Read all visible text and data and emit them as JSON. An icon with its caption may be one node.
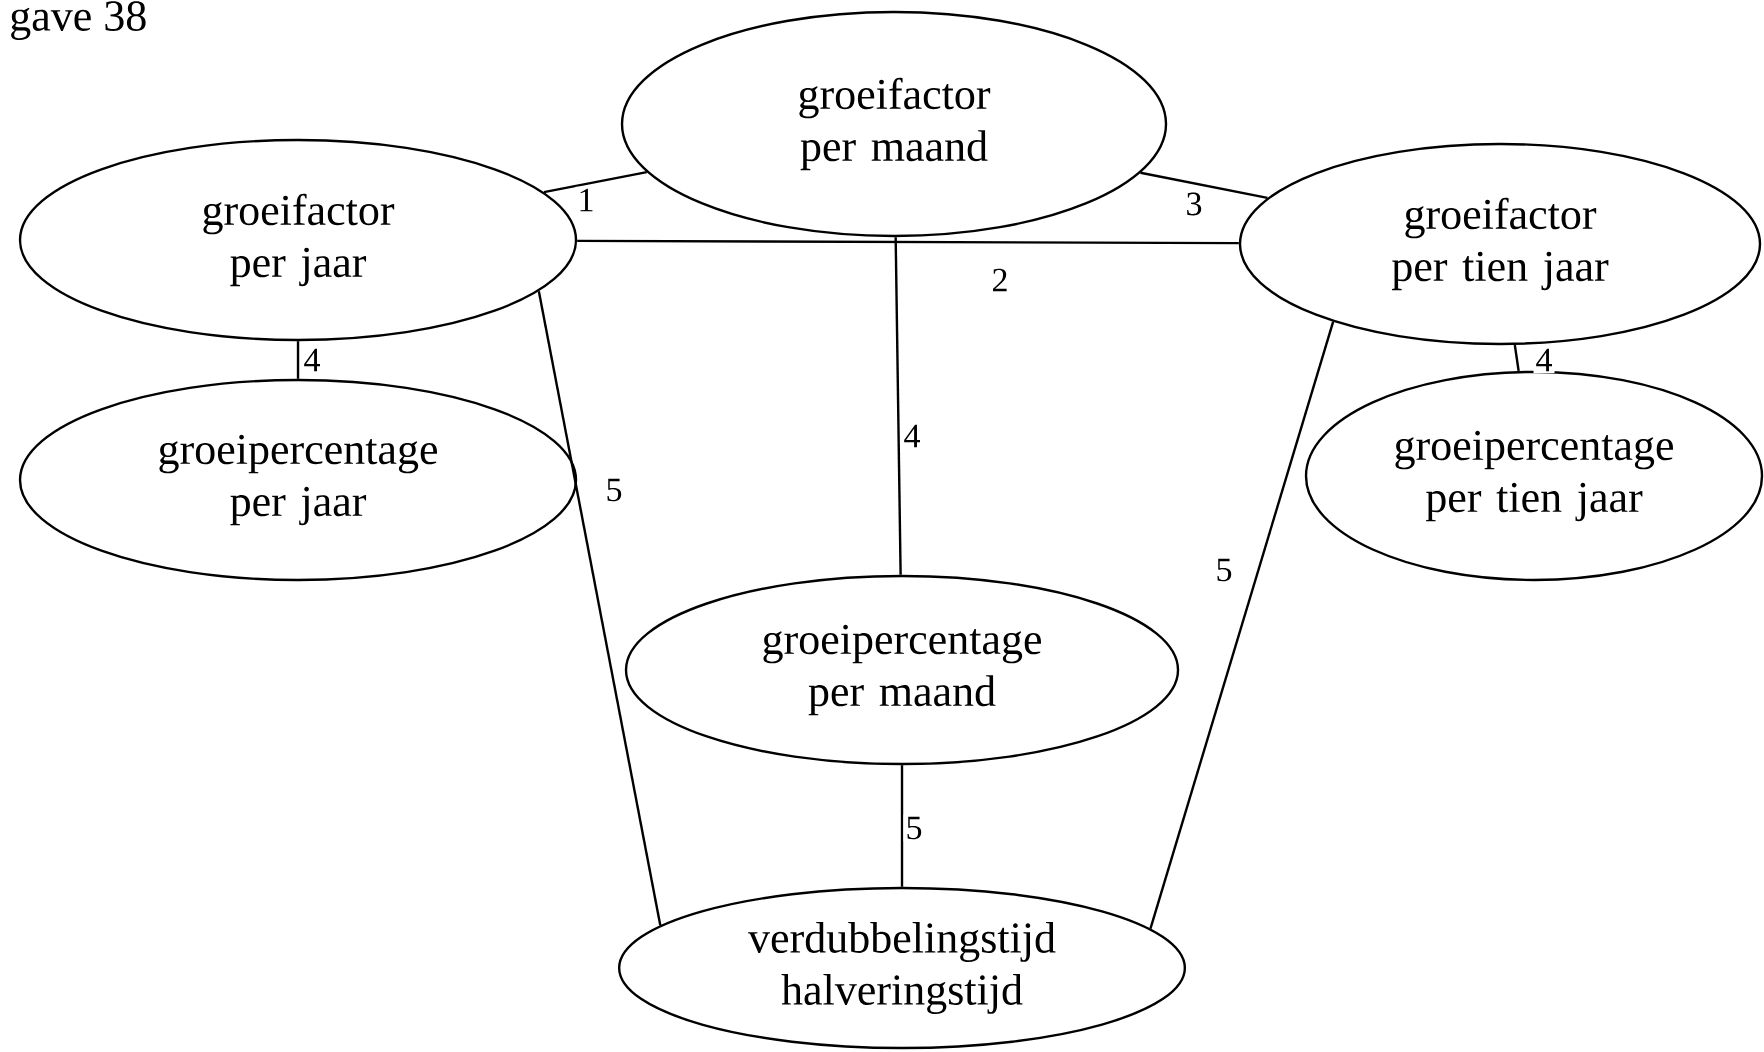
{
  "diagram": {
    "title": "gave 38",
    "nodes": [
      {
        "text": [
          "groeifactor per maand"
        ]
      },
      {
        "text": [
          "groeifactor per jaar"
        ]
      },
      {
        "text": [
          "groeifactor per tien jaar"
        ]
      },
      {
        "text": [
          "groeipercentage per jaar"
        ]
      },
      {
        "text": [
          "groeipercentage per tien jaar"
        ]
      },
      {
        "text": [
          "groeipercentage per maand"
        ]
      },
      {
        "text": [
          "verdubbelingstijd halveringstijd"
        ]
      }
    ],
    "edges": [
      {
        "from": 1,
        "to": 0,
        "arrow": "none",
        "label": "1"
      },
      {
        "from": 1,
        "to": 2,
        "arrow": "none",
        "label": "2"
      },
      {
        "from": 0,
        "to": 2,
        "arrow": "none",
        "label": "3"
      },
      {
        "from": 1,
        "to": 3,
        "arrow": "none",
        "label": "4"
      },
      {
        "from": 0,
        "to": 5,
        "arrow": "none",
        "label": "4"
      },
      {
        "from": 2,
        "to": 4,
        "arrow": "none",
        "label": "4"
      },
      {
        "from": 1,
        "to": 6,
        "arrow": "none",
        "label": "5"
      },
      {
        "from": 5,
        "to": 6,
        "arrow": "none",
        "label": "5"
      },
      {
        "from": 2,
        "to": 6,
        "arrow": "none",
        "label": "5"
      }
    ]
  }
}
